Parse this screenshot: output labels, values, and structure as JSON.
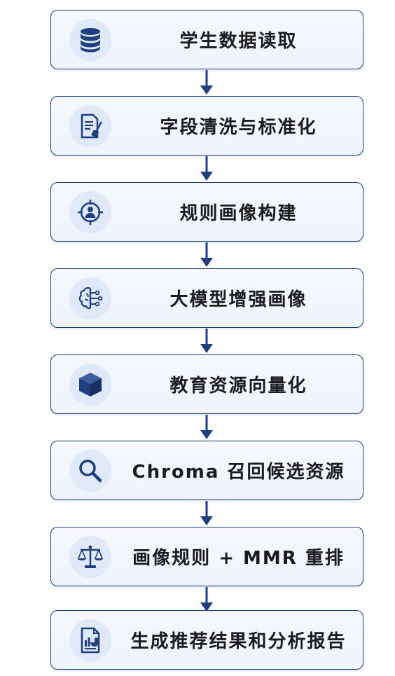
{
  "steps": [
    {
      "label": "学生数据读取",
      "icon": "database-icon"
    },
    {
      "label": "字段清洗与标准化",
      "icon": "document-clean-icon"
    },
    {
      "label": "规则画像构建",
      "icon": "user-target-icon"
    },
    {
      "label": "大模型增强画像",
      "icon": "brain-circuit-icon"
    },
    {
      "label": "教育资源向量化",
      "icon": "cube-icon"
    },
    {
      "label": "Chroma 召回候选资源",
      "icon": "search-icon"
    },
    {
      "label": "画像规则 + MMR 重排",
      "icon": "scale-icon"
    },
    {
      "label": "生成推荐结果和分析报告",
      "icon": "report-icon"
    }
  ],
  "colors": {
    "accent": "#1f3f7f",
    "icon_bg": "#dfe9f8",
    "box_bg": "#f1f5fd"
  }
}
